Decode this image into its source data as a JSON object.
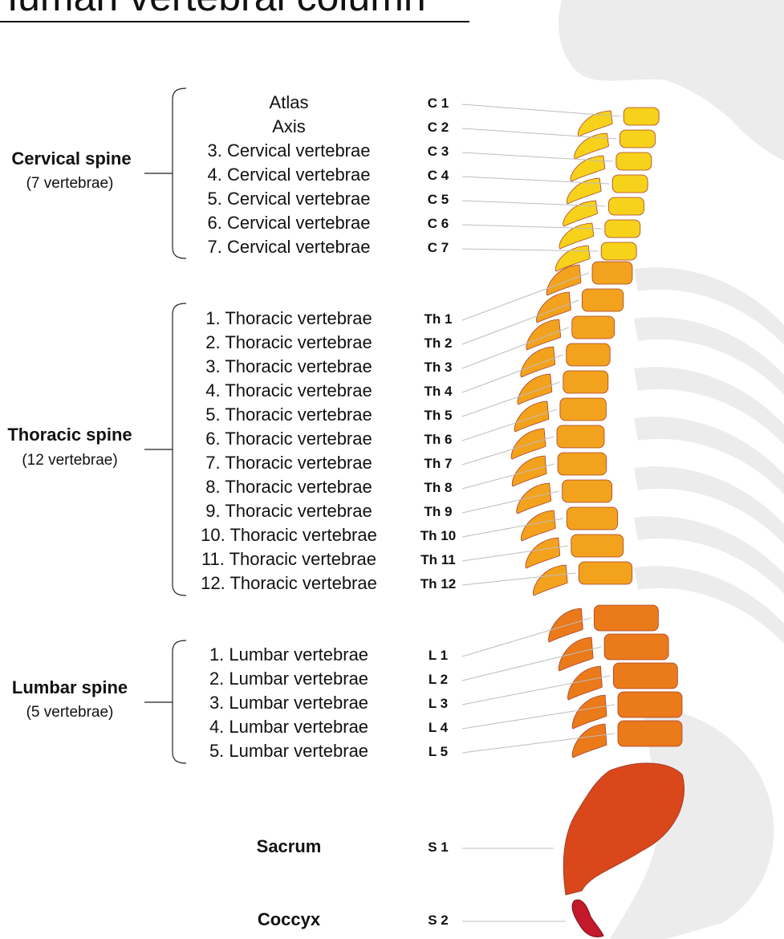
{
  "title": "Human vertebral column",
  "groups": [
    {
      "name": "Cervical spine",
      "count": "(7 vertebrae)"
    },
    {
      "name": "Thoracic spine",
      "count": "(12 vertebrae)"
    },
    {
      "name": "Lumbar spine",
      "count": "(5 vertebrae)"
    }
  ],
  "vertebrae": [
    {
      "name": "Atlas",
      "code": "C 1"
    },
    {
      "name": "Axis",
      "code": "C 2"
    },
    {
      "name": "3. Cervical vertebrae",
      "code": "C 3"
    },
    {
      "name": "4. Cervical vertebrae",
      "code": "C 4"
    },
    {
      "name": "5. Cervical vertebrae",
      "code": "C 5"
    },
    {
      "name": "6. Cervical vertebrae",
      "code": "C 6"
    },
    {
      "name": "7. Cervical vertebrae",
      "code": "C 7"
    },
    {
      "name": "1. Thoracic vertebrae",
      "code": "Th 1"
    },
    {
      "name": "2. Thoracic vertebrae",
      "code": "Th 2"
    },
    {
      "name": "3. Thoracic vertebrae",
      "code": "Th 3"
    },
    {
      "name": "4. Thoracic vertebrae",
      "code": "Th 4"
    },
    {
      "name": "5. Thoracic vertebrae",
      "code": "Th 5"
    },
    {
      "name": "6. Thoracic vertebrae",
      "code": "Th 6"
    },
    {
      "name": "7. Thoracic vertebrae",
      "code": "Th 7"
    },
    {
      "name": "8. Thoracic vertebrae",
      "code": "Th 8"
    },
    {
      "name": "9. Thoracic vertebrae",
      "code": "Th 9"
    },
    {
      "name": "10. Thoracic vertebrae",
      "code": "Th 10"
    },
    {
      "name": "11. Thoracic vertebrae",
      "code": "Th 11"
    },
    {
      "name": "12. Thoracic vertebrae",
      "code": "Th 12"
    },
    {
      "name": "1. Lumbar vertebrae",
      "code": "L 1"
    },
    {
      "name": "2. Lumbar vertebrae",
      "code": "L 2"
    },
    {
      "name": "3. Lumbar vertebrae",
      "code": "L 3"
    },
    {
      "name": "4. Lumbar vertebrae",
      "code": "L 4"
    },
    {
      "name": "5. Lumbar vertebrae",
      "code": "L 5"
    },
    {
      "name": "Sacrum",
      "code": "S 1"
    },
    {
      "name": "Coccyx",
      "code": "S 2"
    }
  ],
  "colors": {
    "cervical": "#f7d21a",
    "thoracic": "#f3a21d",
    "lumbar": "#ea7a1a",
    "sacrum": "#d9471b",
    "coccyx": "#c4192a",
    "outline": "#a8402a",
    "silhouette": "#ececec",
    "leader": "#bdbdbd"
  }
}
